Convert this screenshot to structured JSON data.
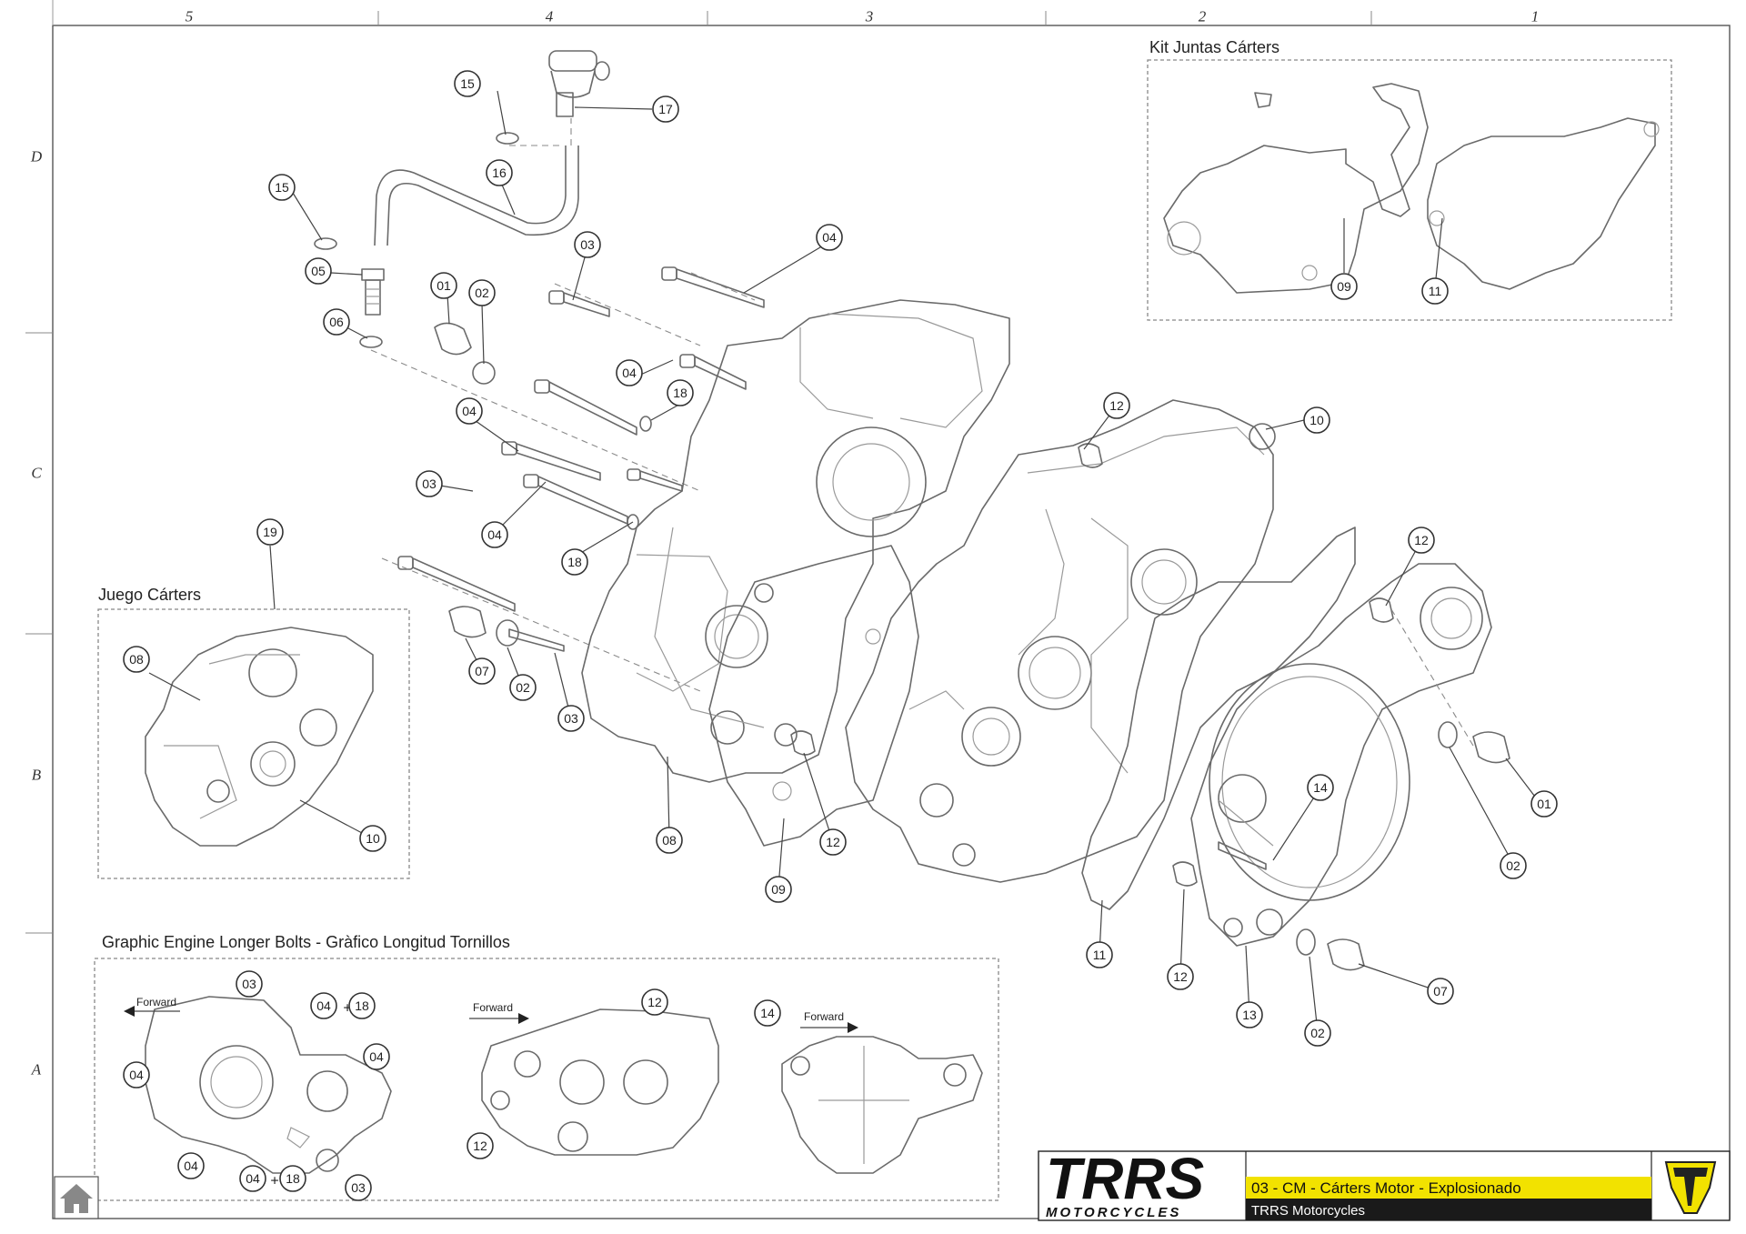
{
  "ruler": {
    "columns": [
      "5",
      "4",
      "3",
      "2",
      "1"
    ],
    "rows": [
      "D",
      "C",
      "B",
      "A"
    ]
  },
  "sections": {
    "kit_juntas": "Kit Juntas Cárters",
    "juego_carters": "Juego Cárters",
    "graphic_bolts": "Graphic Engine Longer Bolts  -  Gràfico Longitud Tornillos"
  },
  "forward_label": "Forward",
  "plus_sign": "+",
  "callouts": {
    "c15a": "15",
    "c17": "17",
    "c15b": "15",
    "c16": "16",
    "c05": "05",
    "c06": "06",
    "c01a": "01",
    "c02a": "02",
    "c03a": "03",
    "c04a": "04",
    "c04b": "04",
    "c18a": "18",
    "c04c": "04",
    "c03b": "03",
    "c04d": "04",
    "c18b": "18",
    "c07a": "07",
    "c02b": "02",
    "c03c": "03",
    "c08a": "08",
    "c09a": "09",
    "c12a": "12",
    "c12b": "12",
    "c10a": "10",
    "c12c": "12",
    "c14a": "14",
    "c11a": "11",
    "c12d": "12",
    "c13": "13",
    "c02c": "02",
    "c07b": "07",
    "c01b": "01",
    "c02d": "02",
    "c09b": "09",
    "c11b": "11",
    "c19": "19",
    "c08b": "08",
    "c10b": "10",
    "g03a": "03",
    "g04a": "04",
    "g18a": "18",
    "g04b": "04",
    "g04c": "04",
    "g04d": "04",
    "g04e": "04",
    "g18b": "18",
    "g03b": "03",
    "g12a": "12",
    "g12b": "12",
    "g14": "14"
  },
  "title_block": {
    "brand_logo": "TRRS",
    "brand_sub": "MOTORCYCLES",
    "title": "03 - CM - Cárters Motor - Explosionado",
    "subtitle": "TRRS Motorcycles",
    "colors": {
      "accent": "#f2e200",
      "dark": "#1a1a1a"
    }
  },
  "icons": {
    "home": "home-icon",
    "emblem": "trrs-emblem-icon"
  }
}
